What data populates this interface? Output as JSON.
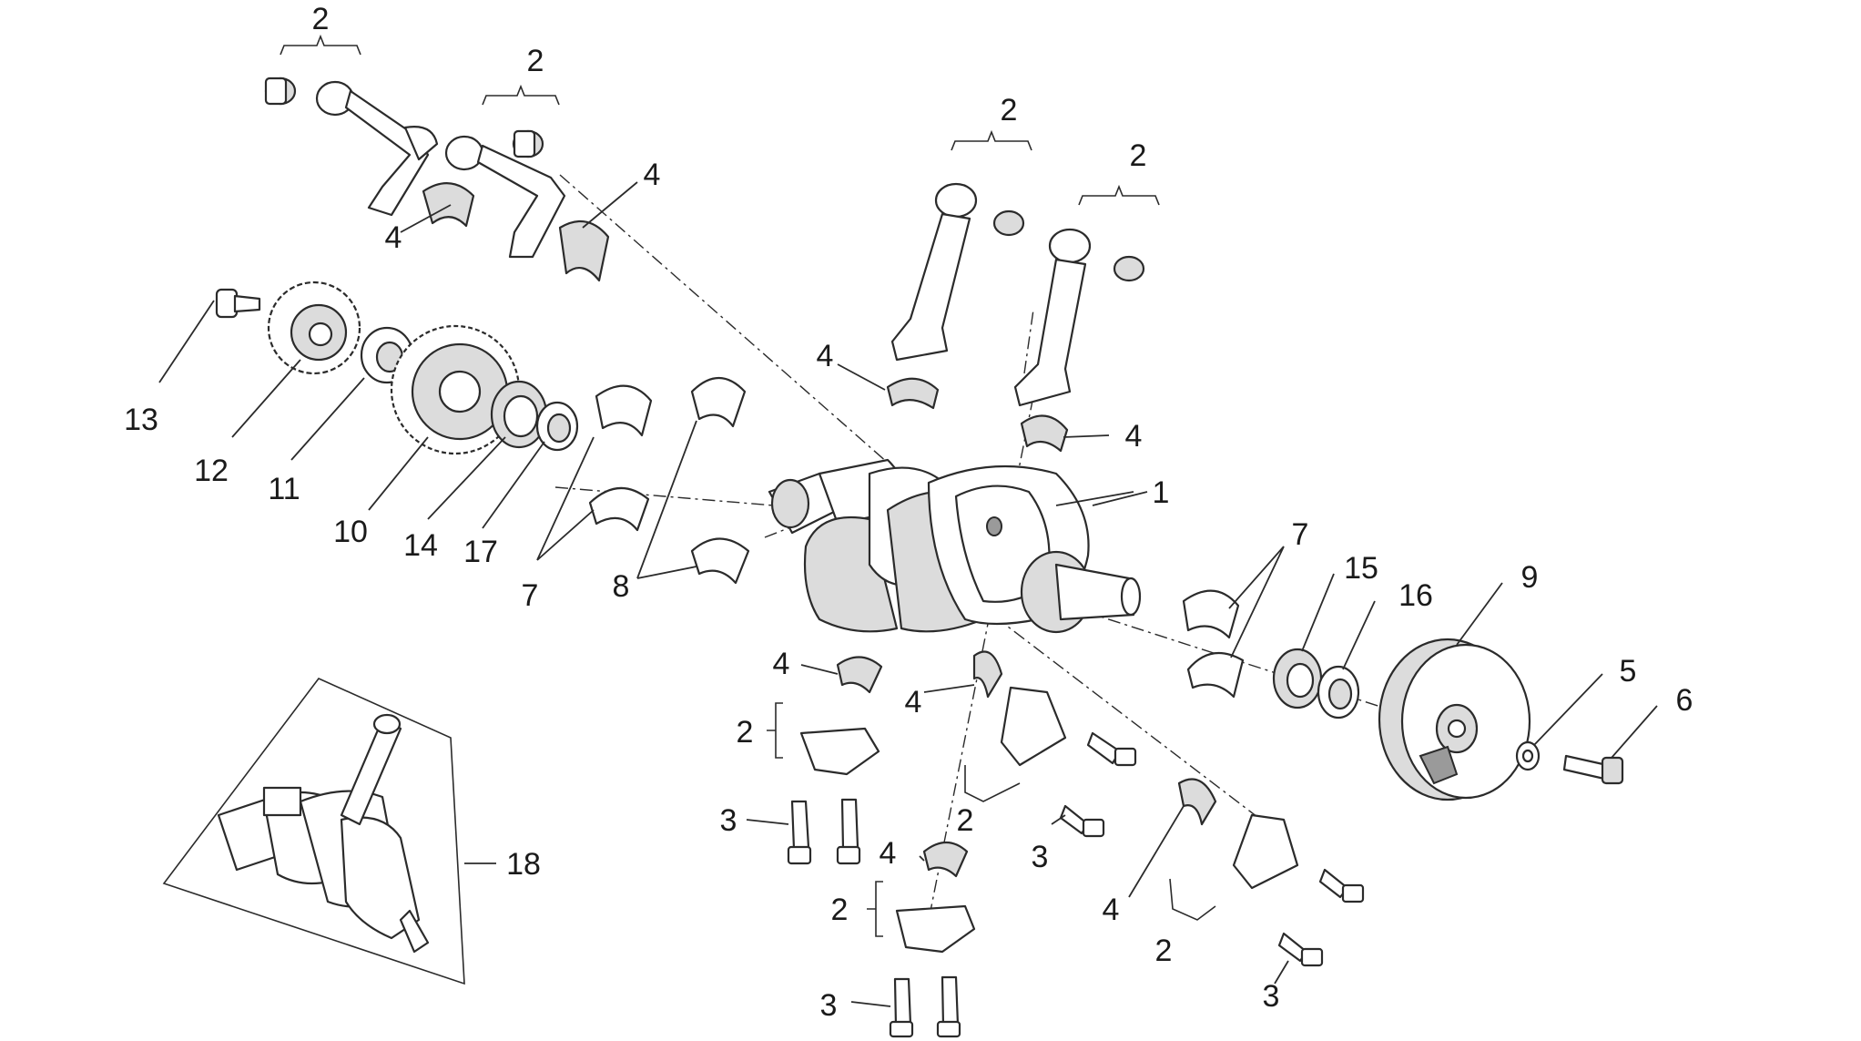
{
  "callouts": {
    "c1": "1",
    "c2": "2",
    "c3": "3",
    "c4": "4",
    "c5": "5",
    "c6": "6",
    "c7": "7",
    "c8": "8",
    "c9": "9",
    "c10": "10",
    "c11": "11",
    "c12": "12",
    "c13": "13",
    "c14": "14",
    "c15": "15",
    "c16": "16",
    "c17": "17",
    "c18": "18"
  },
  "colors": {
    "line": "#2b2b2b",
    "background": "#ffffff",
    "shade": "#dcdcdc"
  }
}
